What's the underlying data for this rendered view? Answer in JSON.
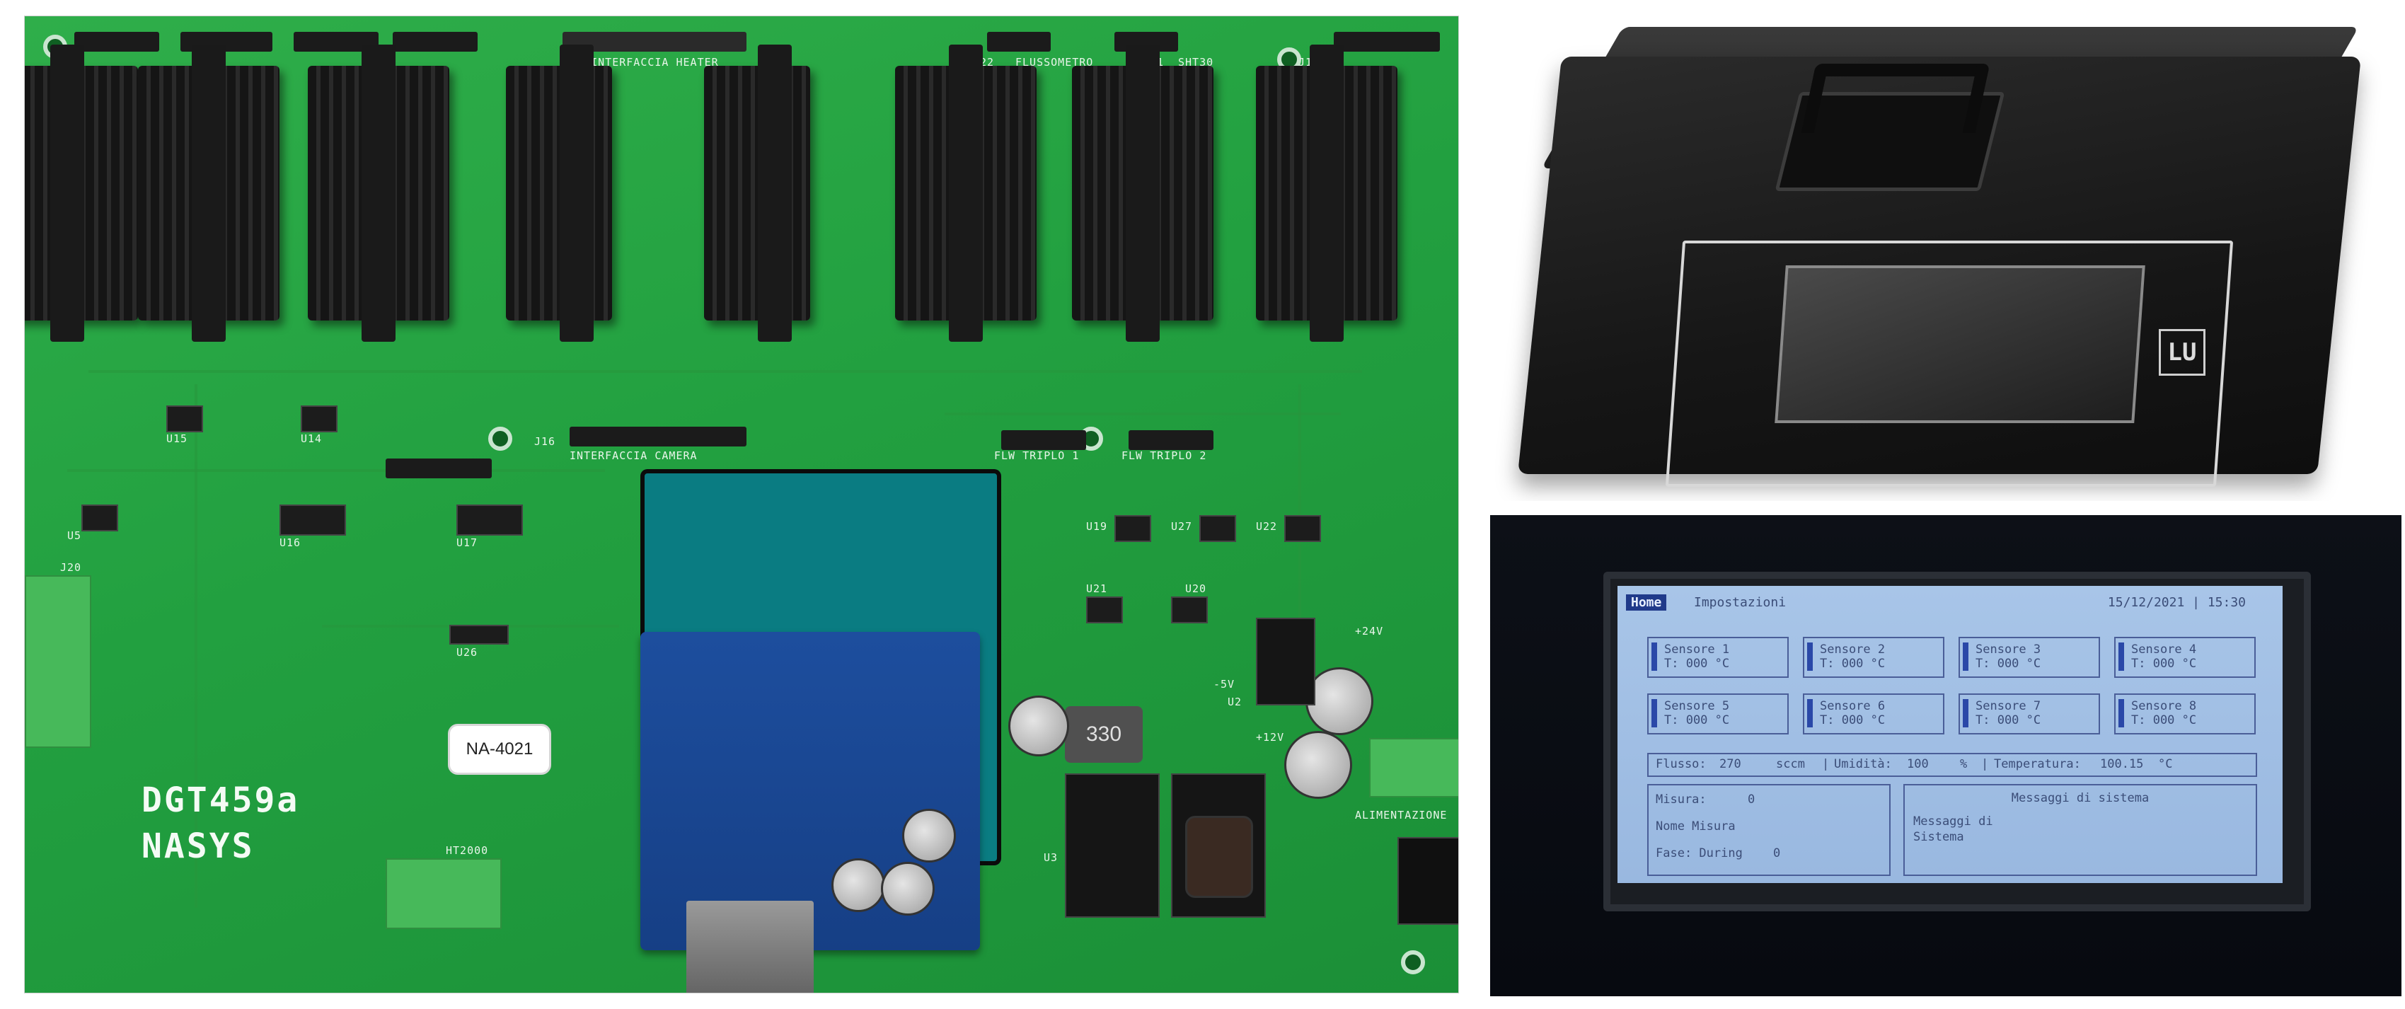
{
  "pcb": {
    "board_name": "DGT459a",
    "maker": "NASYS",
    "label": "NA-4021",
    "inductor_marking": "330",
    "silkscreen": {
      "heater_interface": "J17 INTERFACCIA HEATER",
      "j22": "J22",
      "flussometro": "FLUSSOMETRO",
      "j21": "J21",
      "sht30": "SHT30",
      "j10": "J10",
      "camera_interface": "INTERFACCIA CAMERA",
      "j16": "J16",
      "flw_triplo_1": "FLW TRIPLO 1",
      "flw_triplo_2": "FLW TRIPLO 2",
      "j20": "J20",
      "u5": "U5",
      "u26": "U26",
      "ht2000": "HT2000",
      "u15": "U15",
      "u14": "U14",
      "u16": "U16",
      "u17": "U17",
      "u19": "U19",
      "u27": "U27",
      "u22": "U22",
      "u21": "U21",
      "u20": "U20",
      "plus24v": "+24V",
      "minus5v": "-5V",
      "plus12v": "+12V",
      "alimentazione": "ALIMENTAZIONE",
      "u3": "U3",
      "u2": "U2"
    }
  },
  "device": {
    "logo_glyph": "LU"
  },
  "lcd": {
    "home_tab": "Home",
    "settings_tab": "Impostazioni",
    "date": "15/12/2021",
    "time": "15:30",
    "sensors": [
      {
        "name": "Sensore 1",
        "temp": "T: 000 °C"
      },
      {
        "name": "Sensore 2",
        "temp": "T: 000 °C"
      },
      {
        "name": "Sensore 3",
        "temp": "T: 000 °C"
      },
      {
        "name": "Sensore 4",
        "temp": "T: 000 °C"
      },
      {
        "name": "Sensore 5",
        "temp": "T: 000 °C"
      },
      {
        "name": "Sensore 6",
        "temp": "T: 000 °C"
      },
      {
        "name": "Sensore 7",
        "temp": "T: 000 °C"
      },
      {
        "name": "Sensore 8",
        "temp": "T: 000 °C"
      }
    ],
    "status": {
      "flusso_label": "Flusso:",
      "flusso_value": "270",
      "flusso_unit": "sccm",
      "umidita_label": "Umidità:",
      "umidita_value": "100",
      "umidita_unit": "%",
      "temperatura_label": "Temperatura:",
      "temperatura_value": "100.15",
      "temperatura_unit": "°C"
    },
    "misura": {
      "misura_label": "Misura:",
      "misura_value": "0",
      "nome_label": "Nome Misura",
      "fase_label": "Fase: During",
      "fase_value": "0"
    },
    "messages": {
      "title": "Messaggi di sistema",
      "body": "Messaggi di Sistema"
    }
  }
}
